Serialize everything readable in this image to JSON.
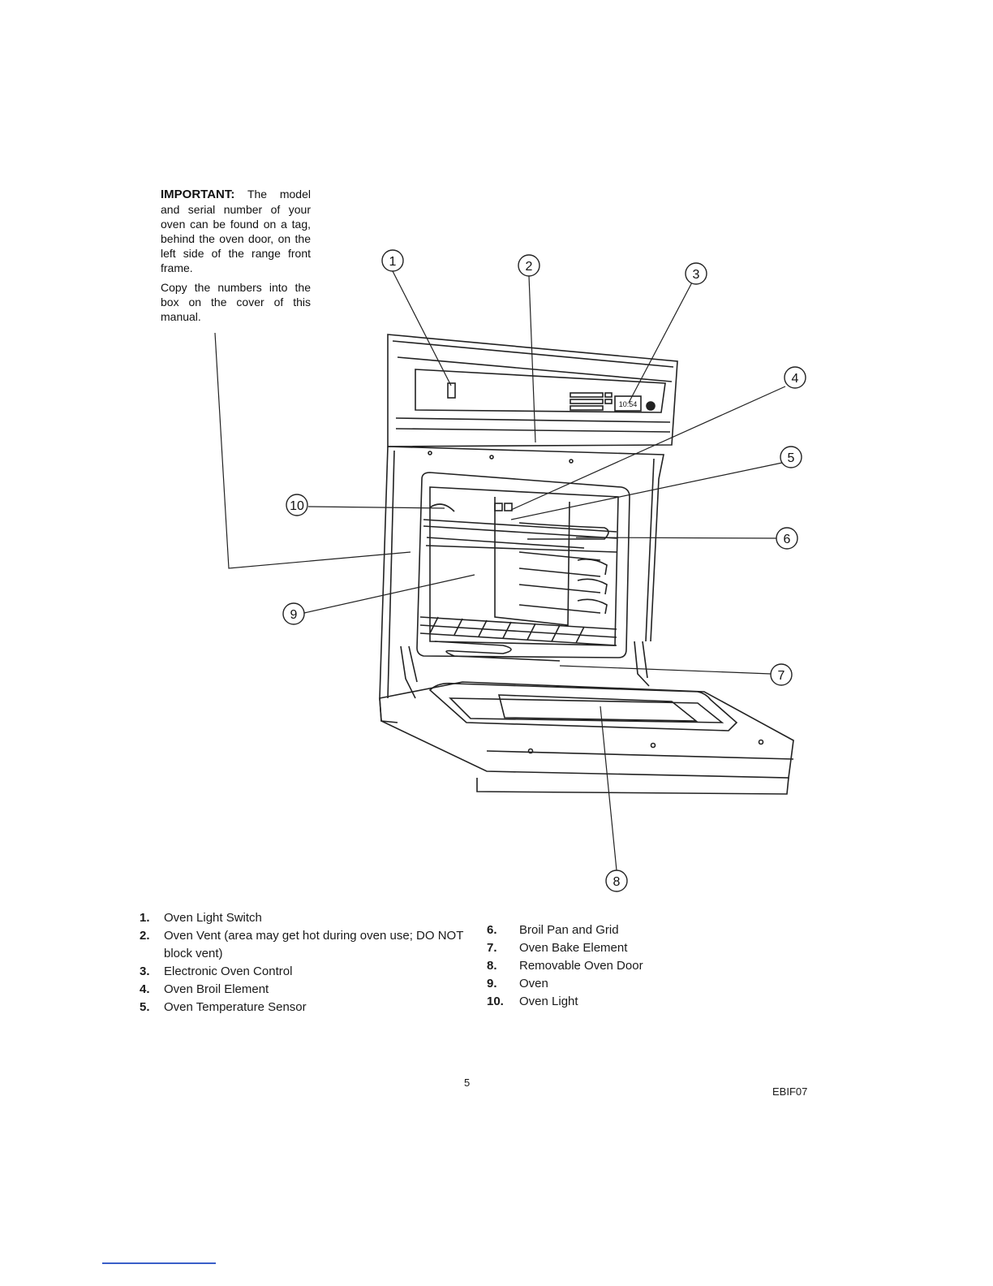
{
  "note": {
    "important_label": "IMPORTANT:",
    "important_text": "The model and serial number of your oven can be found on a tag, behind the oven door, on the left side of the range front frame.",
    "copy_text": "Copy the numbers into the box on the cover of this manual."
  },
  "diagram": {
    "callouts": [
      "1",
      "2",
      "3",
      "4",
      "5",
      "6",
      "7",
      "8",
      "9",
      "10"
    ],
    "clock_display": "10:54"
  },
  "legend_left": [
    {
      "num": "1.",
      "label": "Oven Light Switch"
    },
    {
      "num": "2.",
      "label": "Oven Vent (area may get hot during oven use; DO NOT block vent)"
    },
    {
      "num": "3.",
      "label": "Electronic Oven Control"
    },
    {
      "num": "4.",
      "label": "Oven Broil Element"
    },
    {
      "num": "5.",
      "label": "Oven Temperature Sensor"
    }
  ],
  "legend_right": [
    {
      "num": "6.",
      "label": "Broil Pan and Grid"
    },
    {
      "num": "7.",
      "label": "Oven Bake Element"
    },
    {
      "num": "8.",
      "label": "Removable Oven Door"
    },
    {
      "num": "9.",
      "label": "Oven"
    },
    {
      "num": "10.",
      "label": "Oven Light"
    }
  ],
  "footer": {
    "page_number": "5",
    "doc_code": "EBIF07"
  }
}
